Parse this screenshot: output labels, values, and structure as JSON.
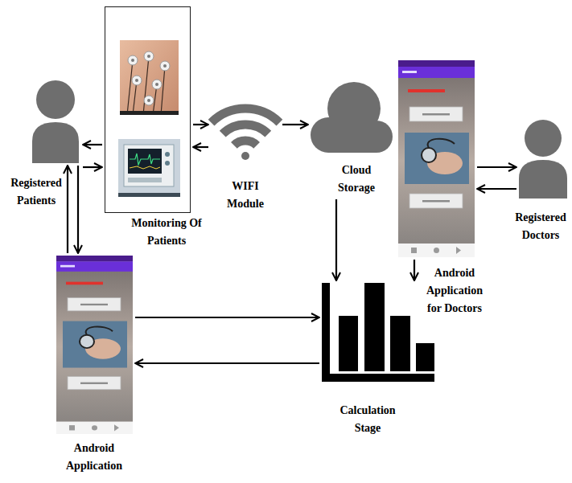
{
  "diagram": {
    "nodes": [
      {
        "text": [
          "Registered Patients"
        ]
      },
      {
        "text": [
          "Monitoring Of Patients"
        ]
      },
      {
        "text": [
          "WIFI Module"
        ]
      },
      {
        "text": [
          "Cloud Storage"
        ]
      },
      {
        "text": [
          "Android Application for Doctors"
        ]
      },
      {
        "text": [
          "Registered Doctors"
        ]
      },
      {
        "text": [
          "Android Application"
        ]
      },
      {
        "text": [
          "Calculation Stage"
        ]
      }
    ],
    "edges": [
      {
        "from": 0,
        "to": 1,
        "arrow": "to"
      },
      {
        "from": 1,
        "to": 0,
        "arrow": "to"
      },
      {
        "from": 1,
        "to": 2,
        "arrow": "to"
      },
      {
        "from": 2,
        "to": 1,
        "arrow": "to"
      },
      {
        "from": 2,
        "to": 3,
        "arrow": "to"
      },
      {
        "from": 4,
        "to": 5,
        "arrow": "to"
      },
      {
        "from": 5,
        "to": 4,
        "arrow": "to"
      },
      {
        "from": 3,
        "to": 7,
        "arrow": "to"
      },
      {
        "from": 4,
        "to": 7,
        "arrow": "to"
      },
      {
        "from": 0,
        "to": 6,
        "arrow": "to"
      },
      {
        "from": 6,
        "to": 0,
        "arrow": "to"
      },
      {
        "from": 6,
        "to": 7,
        "arrow": "to"
      },
      {
        "from": 7,
        "to": 6,
        "arrow": "to"
      }
    ]
  }
}
